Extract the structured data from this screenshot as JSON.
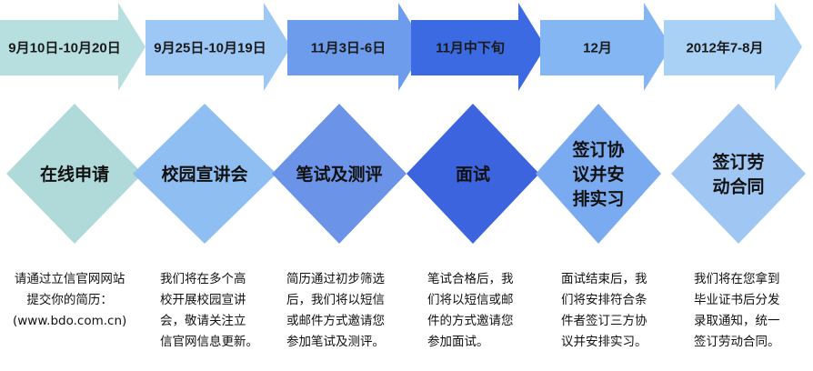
{
  "steps": [
    {
      "date": "9月10日-10月20日",
      "stage": [
        "在线申请"
      ],
      "desc": [
        "请通过立信官网网站",
        "提交你的简历：",
        "(www.bdo.com.cn)"
      ],
      "arrow_color": "#b8dfdf",
      "diamond_color": "#b0dada"
    },
    {
      "date": "9月25日-10月19日",
      "stage": [
        "校园宣讲会"
      ],
      "desc": [
        "我们将在多个高",
        "校开展校园宣讲",
        "会，敬请关注立",
        "信官网信息更新。"
      ],
      "arrow_color": "#9dc8f6",
      "diamond_color": "#8fbef2"
    },
    {
      "date": "11月3日-6日",
      "stage": [
        "笔试及测评"
      ],
      "desc": [
        "简历通过初步筛选",
        "后，我们将以短信",
        "或邮件方式邀请您",
        "参加笔试及测评。"
      ],
      "arrow_color": "#6d9cec",
      "diamond_color": "#6b93e8"
    },
    {
      "date": "11月中下旬",
      "stage": [
        "面试"
      ],
      "desc": [
        "笔试合格后，我",
        "们将以短信或邮",
        "件的方式邀请您",
        "参加面试。"
      ],
      "arrow_color": "#3c6ae2",
      "diamond_color": "#3c64de"
    },
    {
      "date": "12月",
      "stage": [
        "签订协",
        "议并安",
        "排实习"
      ],
      "desc": [
        "面试结束后，我",
        "们将安排符合条",
        "件者签订三方协",
        "议并安排实习。"
      ],
      "arrow_color": "#85b6f4",
      "diamond_color": "#7aaaf0"
    },
    {
      "date": "2012年7-8月",
      "stage": [
        "签订劳",
        "动合同"
      ],
      "desc": [
        "我们将在您拿到",
        "毕业证书后分发",
        "录取通知，统一",
        "签订劳动合同。"
      ],
      "arrow_color": "#a9d1f6",
      "diamond_color": "#a0c6f4"
    }
  ]
}
